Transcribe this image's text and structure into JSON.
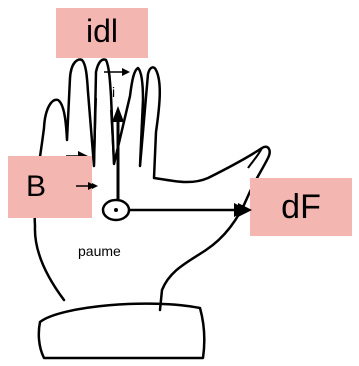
{
  "labels": {
    "current_element": "idl",
    "magnetic_field": "B",
    "force_element": "dF",
    "current": "i",
    "palm": "paume"
  },
  "colors": {
    "label_background": "#f4b6b0",
    "stroke": "#000000"
  }
}
